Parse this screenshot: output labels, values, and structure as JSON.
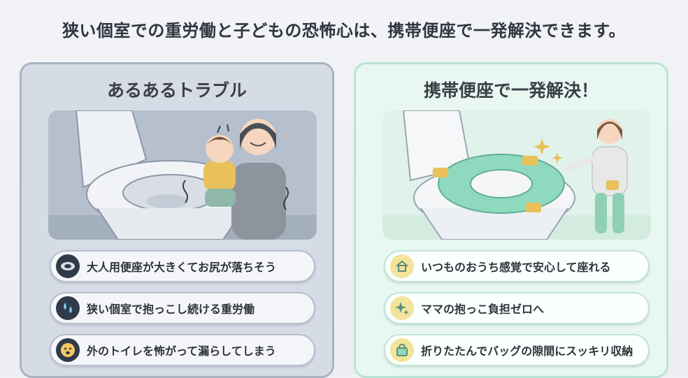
{
  "headline": "狭い個室での重労働と子どもの恐怖心は、携帯便座で一発解決できます。",
  "left_panel": {
    "title": "あるあるトラブル",
    "items": [
      {
        "icon": "toilet-hole-icon",
        "label": "大人用便座が大きくてお尻が落ちそう"
      },
      {
        "icon": "sweat-drops-icon",
        "label": "狭い個室で抱っこし続ける重労働"
      },
      {
        "icon": "scared-face-icon",
        "label": "外のトイレを怖がって漏らしてしまう"
      }
    ]
  },
  "right_panel": {
    "title": "携帯便座で一発解決！",
    "items": [
      {
        "icon": "home-icon",
        "label": "いつものおうち感覚で安心して座れる"
      },
      {
        "icon": "sparkle-icon",
        "label": "ママの抱っこ負担ゼロへ"
      },
      {
        "icon": "bag-icon",
        "label": "折りたたんでバッグの隙間にスッキリ収納"
      }
    ]
  },
  "colors": {
    "left_panel_bg": "#d5dce6",
    "right_panel_bg": "#e9f7f2",
    "accent_yellow": "#f3e49a",
    "seat_green": "#8fd9bf"
  }
}
